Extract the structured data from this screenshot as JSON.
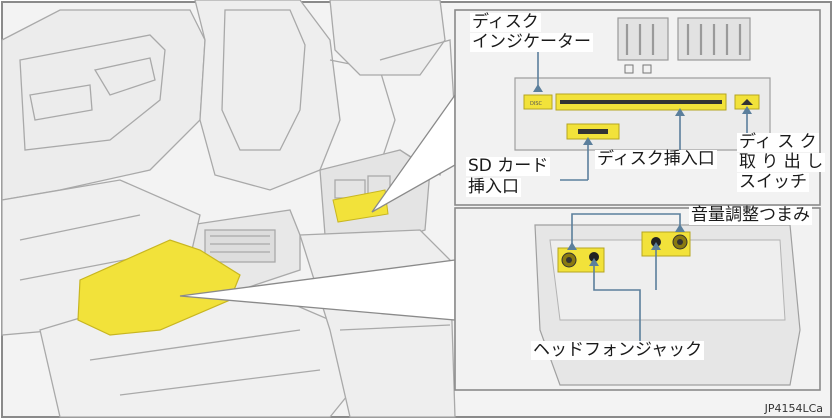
{
  "labels": {
    "disc_indicator_line1": "ディスク",
    "disc_indicator_line2": "インジケーター",
    "disc_slot": "ディスク挿入口",
    "eject_line1": "ディ ス ク",
    "eject_line2": "取 り 出 し",
    "eject_line3": "スイッチ",
    "sd_line1": "SD カード",
    "sd_line2": "挿入口",
    "volume_knobs": "音量調整つまみ",
    "headphone_jacks": "ヘッドフォンジャック",
    "disc_button_text": "DISC"
  },
  "figure_code": "JP4154LCa",
  "colors": {
    "highlight_yellow": "#f2e23a",
    "frame_border": "#8a8a8a",
    "line_gray": "#9a9a9a",
    "callout_blue": "#5b7f9c",
    "interior_fill": "#f2f2f2"
  }
}
